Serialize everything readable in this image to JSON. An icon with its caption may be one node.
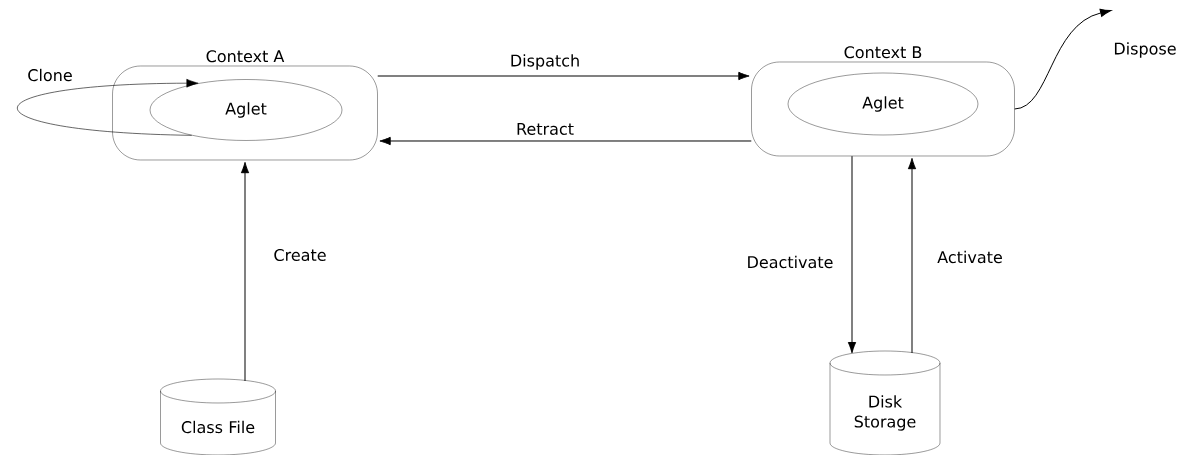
{
  "diagram": {
    "nodes": [
      {
        "text": [
          "Context A"
        ]
      },
      {
        "text": [
          "Aglet"
        ],
        "in": 0
      },
      {
        "text": [
          "Context B"
        ]
      },
      {
        "text": [
          "Aglet"
        ],
        "in": 2
      },
      {
        "text": [
          "Class File"
        ]
      },
      {
        "text": [
          "Disk Storage"
        ]
      }
    ],
    "edges": [
      {
        "from": 1,
        "to": 1,
        "arrow": "to",
        "label": "Clone"
      },
      {
        "from": 0,
        "to": 2,
        "arrow": "to",
        "label": "Dispatch"
      },
      {
        "from": 2,
        "to": 0,
        "arrow": "to",
        "label": "Retract"
      },
      {
        "from": 4,
        "to": 0,
        "arrow": "to",
        "label": "Create"
      },
      {
        "from": 2,
        "to": 5,
        "arrow": "to",
        "label": "Deactivate"
      },
      {
        "from": 5,
        "to": 2,
        "arrow": "to",
        "label": "Activate"
      },
      {
        "from": 2,
        "to": null,
        "arrow": "to",
        "label": "Dispose"
      }
    ]
  }
}
